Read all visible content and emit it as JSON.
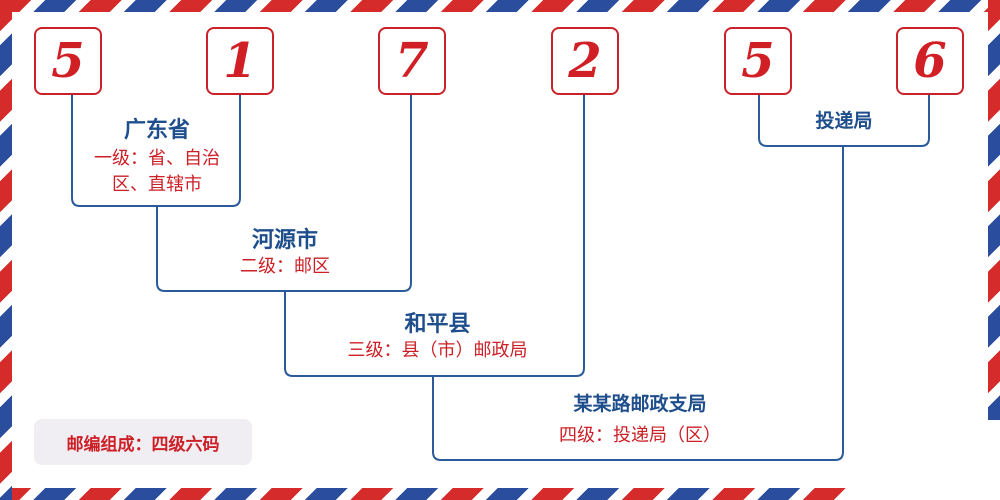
{
  "digits": [
    "5",
    "1",
    "7",
    "2",
    "5",
    "6"
  ],
  "levels": [
    {
      "place": "广东省",
      "level": "一级：省、自治区、直辖市"
    },
    {
      "place": "河源市",
      "level": "二级：邮区"
    },
    {
      "place": "和平县",
      "level": "三级：县（市）邮政局"
    },
    {
      "place": "某某路邮政支局",
      "level": "四级：投递局（区）"
    }
  ],
  "delivery_office": "投递局",
  "footer": "邮编组成：四级六码",
  "colors": {
    "red": "#d11f26",
    "blue": "#1f4e8c",
    "line": "#2b5a9a"
  }
}
